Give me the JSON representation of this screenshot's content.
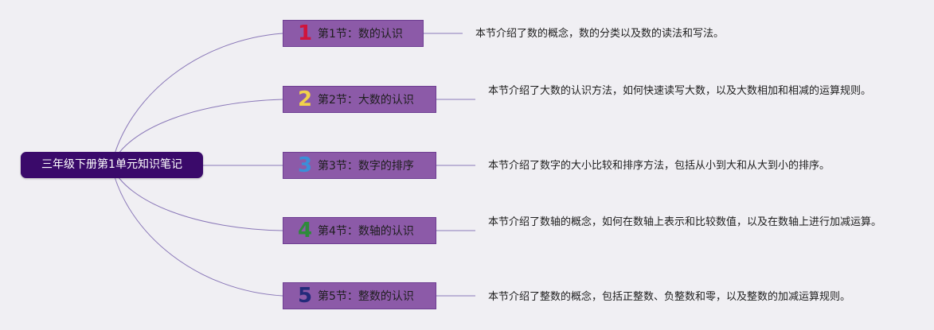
{
  "root": {
    "label": "三年级下册第1单元知识笔记"
  },
  "sections": [
    {
      "number": "1",
      "title": "第1节：数的认识",
      "desc": "本节介绍了数的概念，数的分类以及数的读法和写法。",
      "color": "#d0143c"
    },
    {
      "number": "2",
      "title": "第2节：大数的认识",
      "desc": "本节介绍了大数的认识方法，如何快速读写大数，以及大数相加和相减的运算规则。",
      "color": "#f2d24a"
    },
    {
      "number": "3",
      "title": "第3节：数字的排序",
      "desc": "本节介绍了数字的大小比较和排序方法，包括从小到大和从大到小的排序。",
      "color": "#3a8fd8"
    },
    {
      "number": "4",
      "title": "第4节：数轴的认识",
      "desc": "本节介绍了数轴的概念，如何在数轴上表示和比较数值，以及在数轴上进行加减运算。",
      "color": "#2e8b3a"
    },
    {
      "number": "5",
      "title": "第5节：整数的认识",
      "desc": "本节介绍了整数的概念，包括正整数、负整数和零，以及整数的加减运算规则。",
      "color": "#232a7a"
    }
  ]
}
